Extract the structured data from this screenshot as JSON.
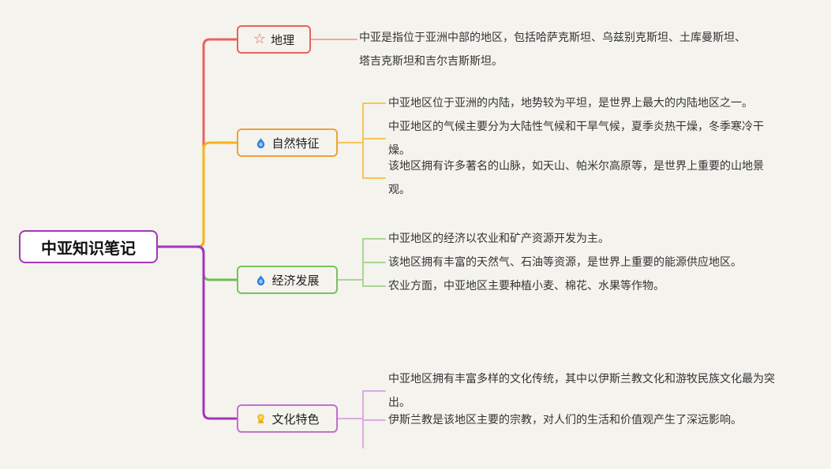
{
  "root": {
    "label": "中亚知识笔记"
  },
  "branches": [
    {
      "label": "地理",
      "icon": "star-icon",
      "color": "#e8635c",
      "connector_color": "#f2a59e",
      "children": [
        "中亚是指位于亚洲中部的地区，包括哈萨克斯坦、乌兹别克斯坦、土库曼斯坦、塔吉克斯坦和吉尔吉斯斯坦。"
      ]
    },
    {
      "label": "自然特征",
      "icon": "flame-icon",
      "color": "#f0a235",
      "connector_color": "#f6c458",
      "children": [
        "中亚地区位于亚洲的内陆，地势较为平坦，是世界上最大的内陆地区之一。",
        "中亚地区的气候主要分为大陆性气候和干旱气候，夏季炎热干燥，冬季寒冷干燥。",
        "该地区拥有许多著名的山脉，如天山、帕米尔高原等，是世界上重要的山地景观。"
      ]
    },
    {
      "label": "经济发展",
      "icon": "flame-icon",
      "color": "#7cbf5c",
      "connector_color": "#a9d694",
      "children": [
        "中亚地区的经济以农业和矿产资源开发为主。",
        "该地区拥有丰富的天然气、石油等资源，是世界上重要的能源供应地区。",
        "农业方面，中亚地区主要种植小麦、棉花、水果等作物。"
      ]
    },
    {
      "label": "文化特色",
      "icon": "medal-icon",
      "color": "#c36fd0",
      "connector_color": "#dcaae4",
      "children": [
        "中亚地区拥有丰富多样的文化传统，其中以伊斯兰教文化和游牧民族文化最为突出。",
        "伊斯兰教是该地区主要的宗教，对人们的生活和价值观产生了深远影响。"
      ]
    }
  ],
  "colors": {
    "background": "#f4f3ee",
    "root_border": "#a335ba",
    "trunk_geography": "#e8635c",
    "trunk_natural": "#f5b31a",
    "trunk_economy": "#6fbf52",
    "trunk_culture": "#a335ba"
  }
}
